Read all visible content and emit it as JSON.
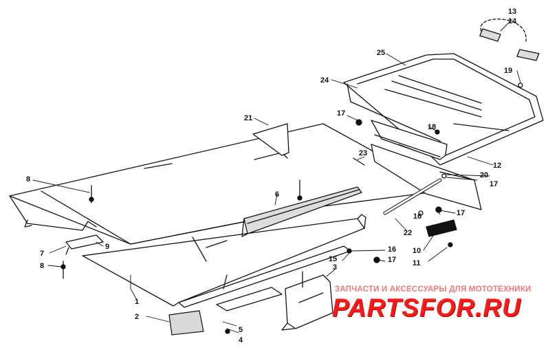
{
  "diagram": {
    "callouts": [
      {
        "id": "c1",
        "label": "1"
      },
      {
        "id": "c2",
        "label": "2"
      },
      {
        "id": "c3",
        "label": "3"
      },
      {
        "id": "c4",
        "label": "4"
      },
      {
        "id": "c5",
        "label": "5"
      },
      {
        "id": "c6",
        "label": "6"
      },
      {
        "id": "c7",
        "label": "7"
      },
      {
        "id": "c8a",
        "label": "8"
      },
      {
        "id": "c8b",
        "label": "8"
      },
      {
        "id": "c9",
        "label": "9"
      },
      {
        "id": "c10",
        "label": "10"
      },
      {
        "id": "c11",
        "label": "11"
      },
      {
        "id": "c12",
        "label": "12"
      },
      {
        "id": "c13",
        "label": "13"
      },
      {
        "id": "c14",
        "label": "14"
      },
      {
        "id": "c15",
        "label": "15"
      },
      {
        "id": "c16a",
        "label": "16"
      },
      {
        "id": "c16b",
        "label": "16"
      },
      {
        "id": "c17a",
        "label": "17"
      },
      {
        "id": "c17b",
        "label": "17"
      },
      {
        "id": "c17c",
        "label": "17"
      },
      {
        "id": "c17d",
        "label": "17"
      },
      {
        "id": "c18",
        "label": "18"
      },
      {
        "id": "c19",
        "label": "19"
      },
      {
        "id": "c20",
        "label": "20"
      },
      {
        "id": "c21",
        "label": "21"
      },
      {
        "id": "c22",
        "label": "22"
      },
      {
        "id": "c23",
        "label": "23"
      },
      {
        "id": "c24",
        "label": "24"
      },
      {
        "id": "c25",
        "label": "25"
      }
    ]
  },
  "watermark": {
    "tagline": "ЗАПЧАСТИ И АКСЕССУАРЫ ДЛЯ МОТОТЕХНИКИ",
    "brand": "PARTSFOR.RU",
    "color": "#ff1a1a"
  }
}
